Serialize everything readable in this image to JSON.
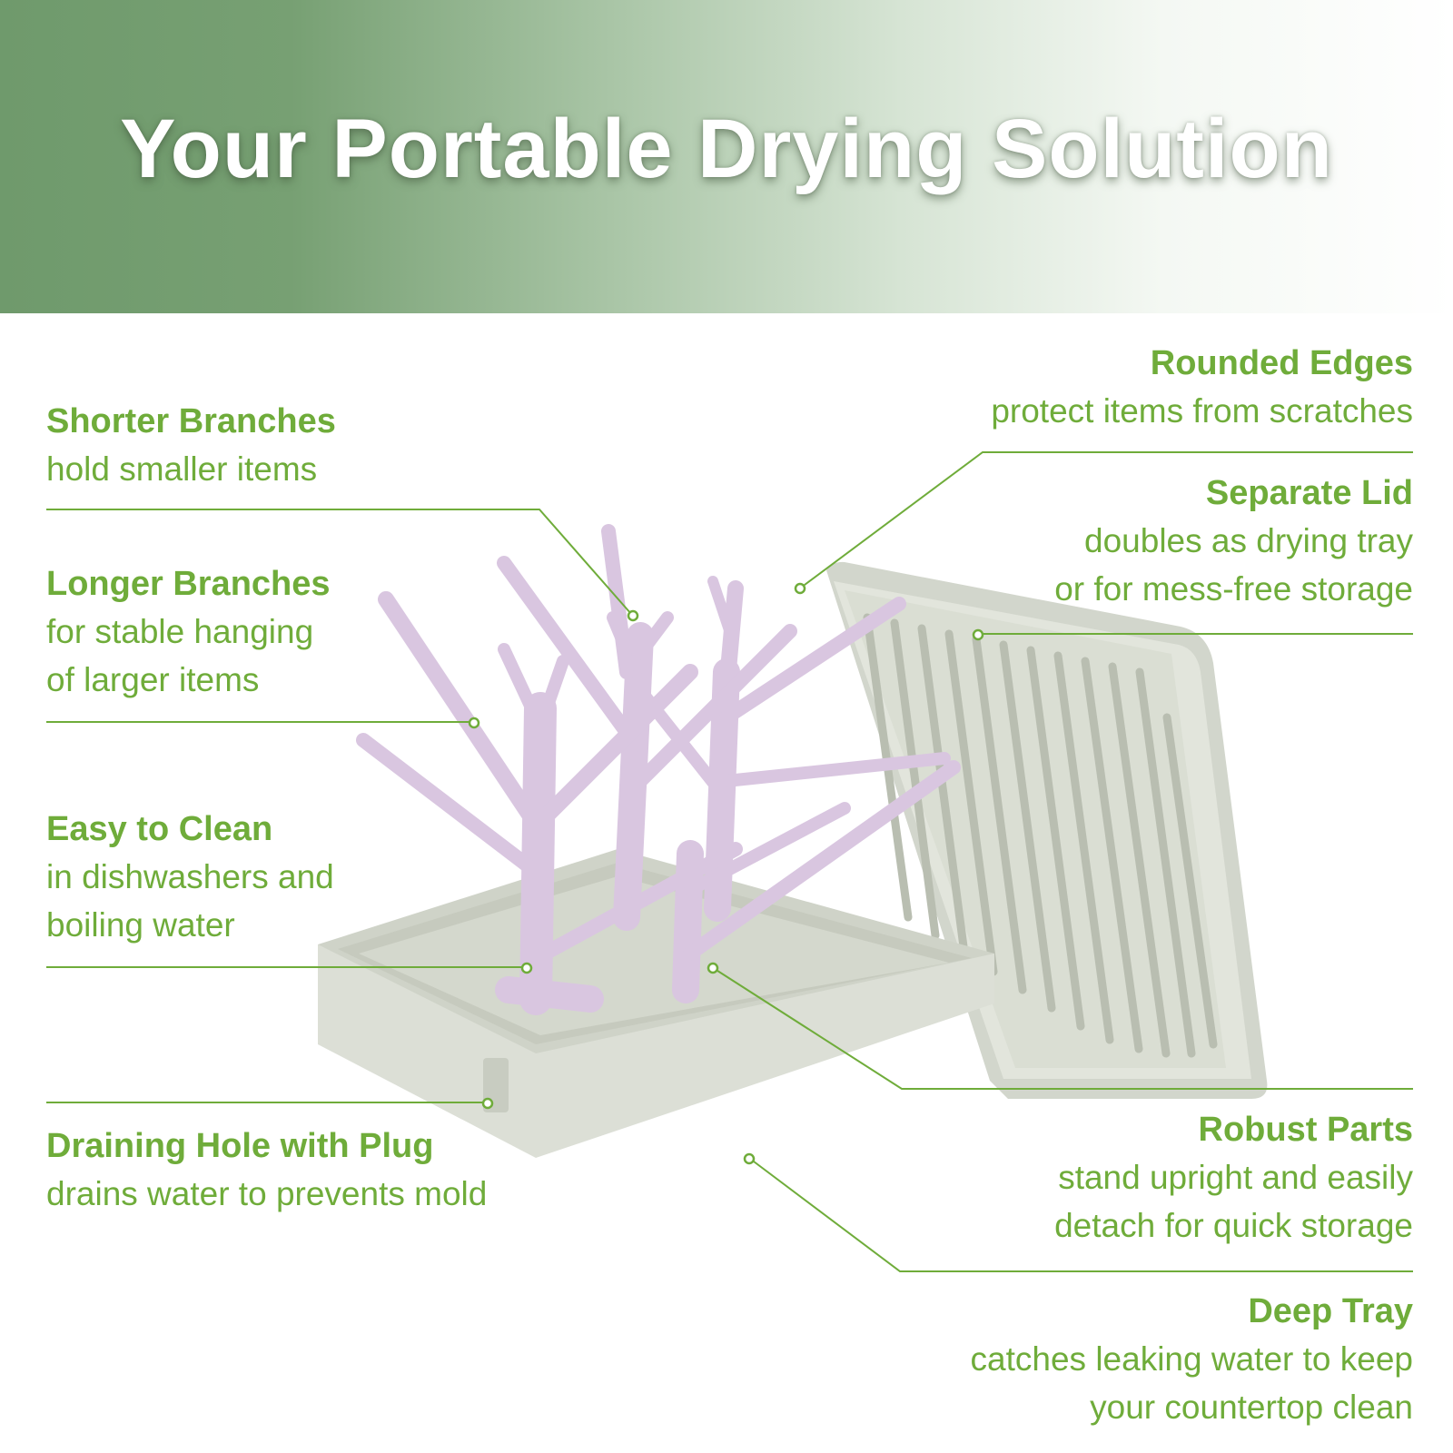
{
  "banner": {
    "title": "Your Portable Drying Solution"
  },
  "colors": {
    "accent": "#6fac3a",
    "banner_green": "#6f9a6c",
    "rack_lilac": "#d9c6e0",
    "tray_grey": "#dcdfd6"
  },
  "features": {
    "shorter_branches": {
      "title": "Shorter Branches",
      "desc": "hold smaller items"
    },
    "longer_branches": {
      "title": "Longer Branches",
      "desc": "for stable hanging\nof larger items"
    },
    "easy_clean": {
      "title": "Easy to Clean",
      "desc": "in dishwashers and\nboiling water"
    },
    "draining_hole": {
      "title": "Draining Hole with Plug",
      "desc": "drains water to prevents mold"
    },
    "rounded_edges": {
      "title": "Rounded Edges",
      "desc": "protect items from scratches"
    },
    "separate_lid": {
      "title": "Separate Lid",
      "desc": "doubles as drying tray\nor for mess-free storage"
    },
    "robust_parts": {
      "title": "Robust Parts",
      "desc": "stand upright and easily\ndetach for quick storage"
    },
    "deep_tray": {
      "title": "Deep Tray",
      "desc": "catches leaking water to keep\nyour countertop clean"
    }
  }
}
